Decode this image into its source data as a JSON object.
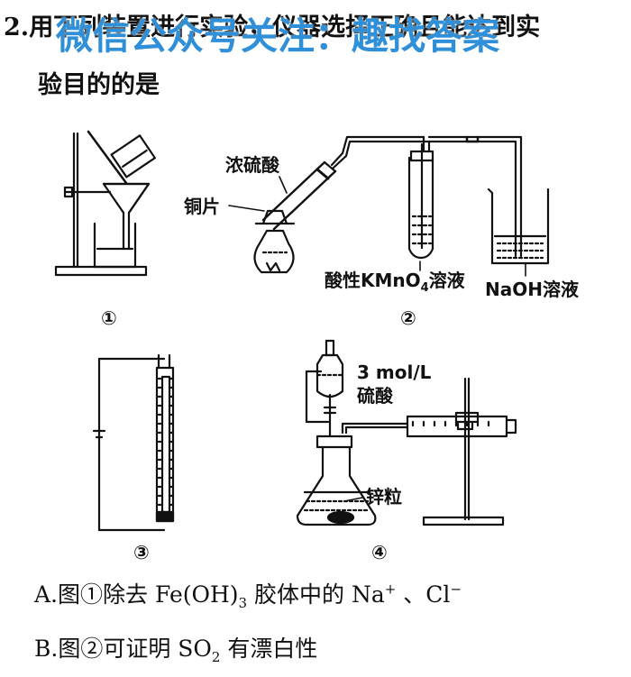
{
  "question": {
    "number": "2.",
    "stem_line1": "用下列装置进行实验，仪器选择正确且能达到实",
    "stem_line2": "验目的的是"
  },
  "watermark": "微信公众号关注：趣找答案",
  "figure": {
    "labels": {
      "conc_sulfuric": "浓硫酸",
      "copper_sheet": "铜片",
      "kmno4_prefix": "酸性KMnO",
      "kmno4_sub": "4",
      "kmno4_suffix": "溶液",
      "naoh": "NaOH溶液",
      "acid_conc": "3 mol/L",
      "acid_name": "硫酸",
      "zinc": "锌粒"
    },
    "numbers": [
      "①",
      "②",
      "③",
      "④"
    ]
  },
  "options": [
    {
      "letter": "A.",
      "parts": [
        "图①除去 Fe(OH)",
        "3",
        " 胶体中的 Na",
        "+",
        " 、Cl",
        "−"
      ]
    },
    {
      "letter": "B.",
      "parts": [
        "图②可证明 SO",
        "2",
        " 有漂白性"
      ]
    }
  ]
}
